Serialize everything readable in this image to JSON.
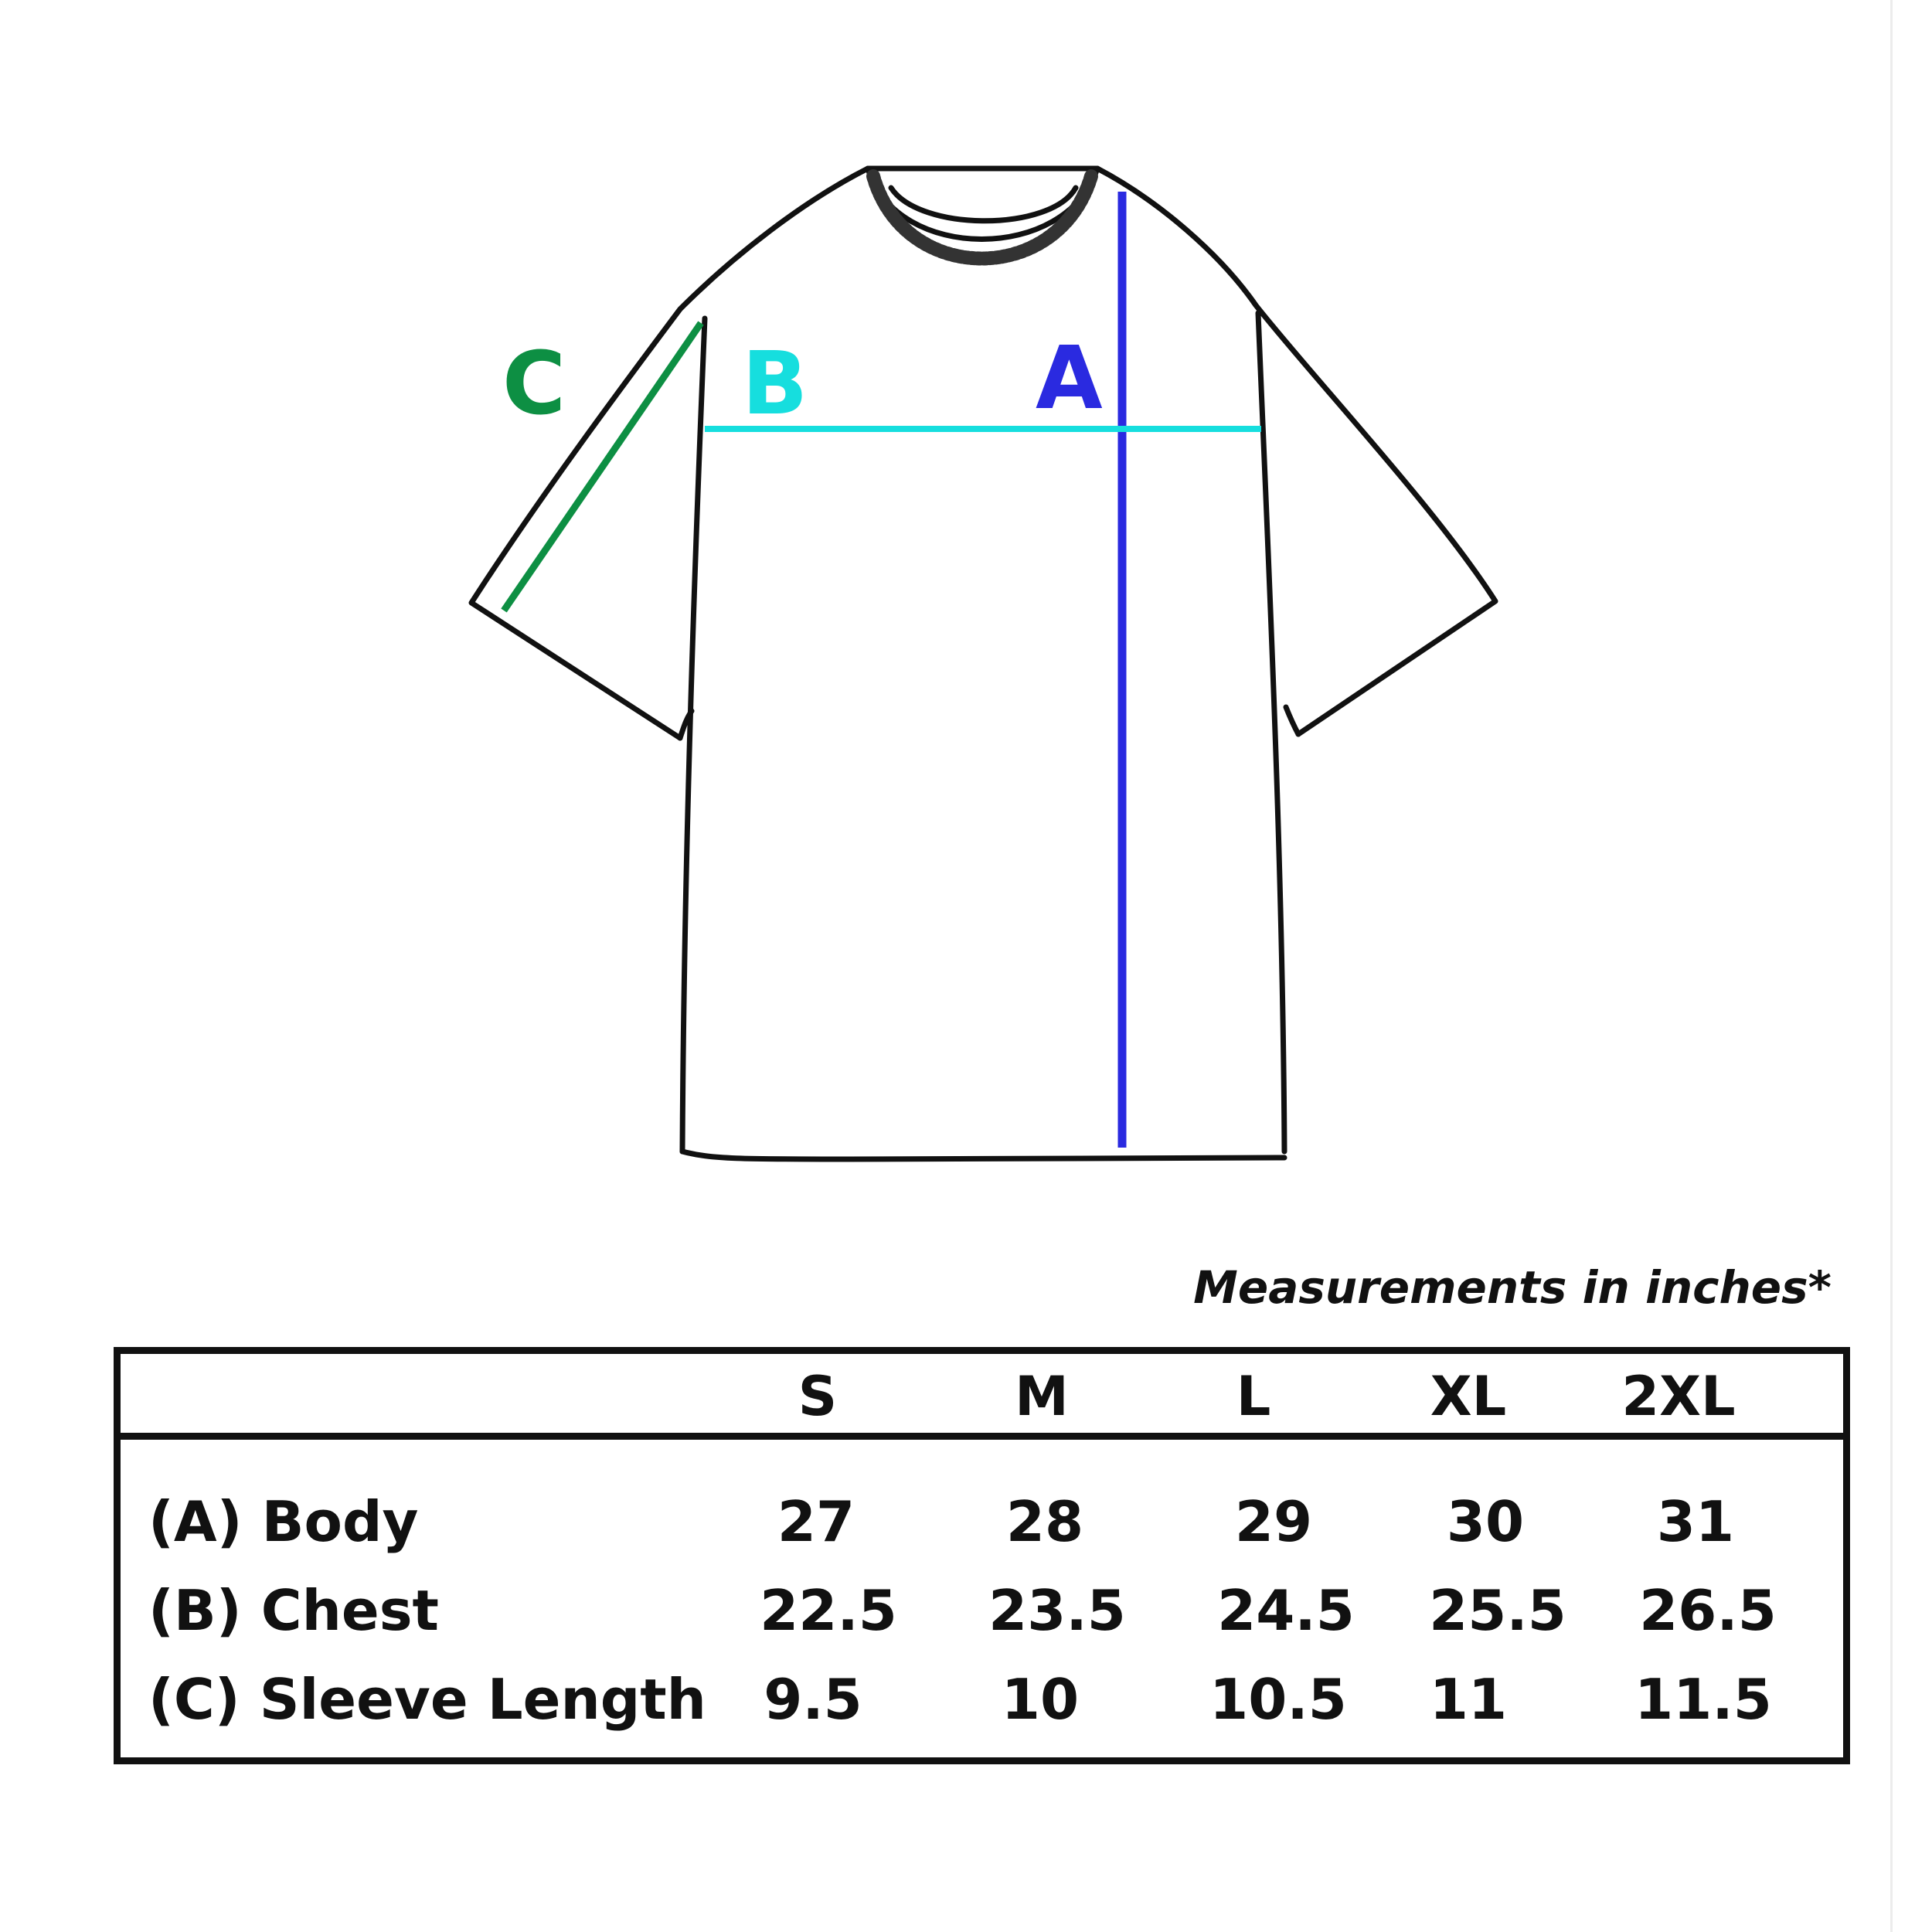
{
  "diagram": {
    "labels": {
      "a": "A",
      "b": "B",
      "c": "C"
    },
    "colors": {
      "a": "#2a2ae0",
      "b": "#16dede",
      "c": "#0d8f43",
      "outline": "#111111"
    },
    "icon": "t-shirt-outline-icon"
  },
  "note": "Measurements in inches*",
  "table": {
    "header": [
      "S",
      "M",
      "L",
      "XL",
      "2XL"
    ],
    "rows": [
      {
        "label": "(A) Body",
        "values": [
          "27",
          "28",
          "29",
          "30",
          "31"
        ]
      },
      {
        "label": "(B) Chest",
        "values": [
          "22.5",
          "23.5",
          "24.5",
          "25.5",
          "26.5"
        ]
      },
      {
        "label": "(C) Sleeve Length",
        "values": [
          "9.5",
          "10",
          "10.5",
          "11",
          "11.5"
        ]
      }
    ]
  }
}
